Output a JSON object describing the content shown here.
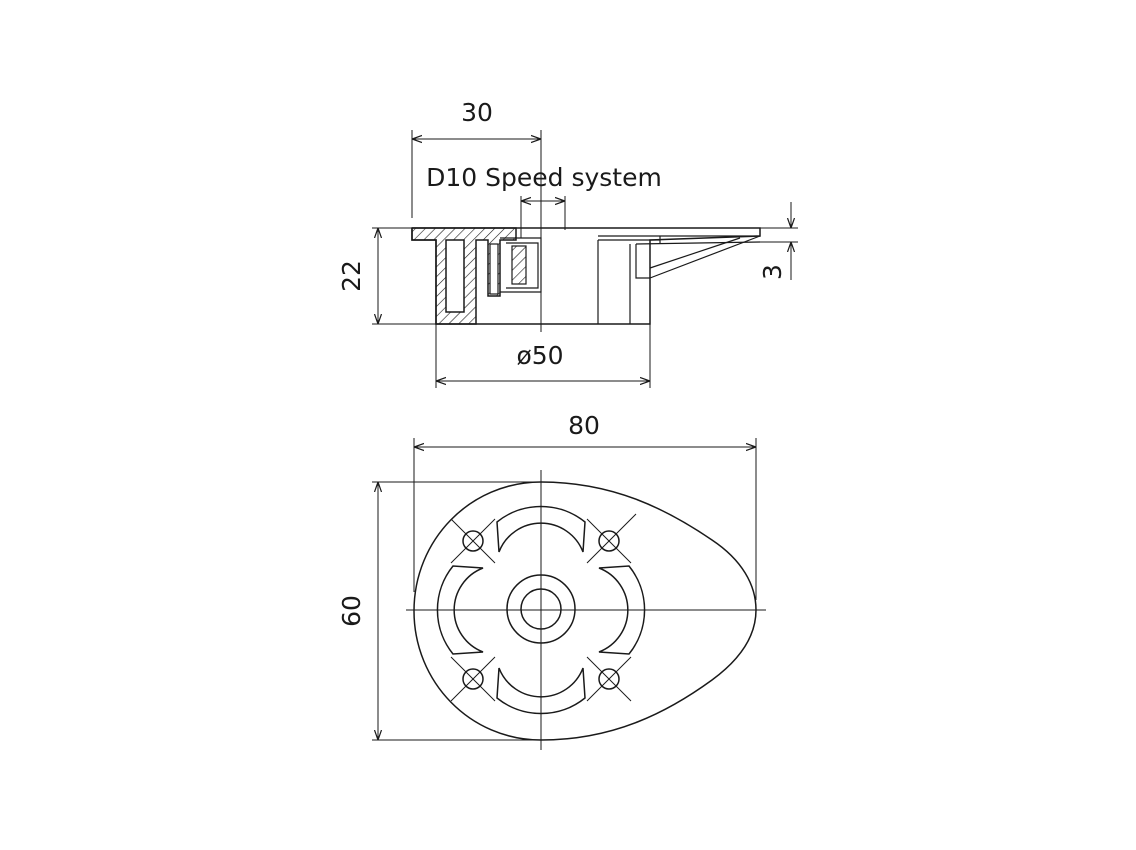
{
  "section_view": {
    "dim_width_top": "30",
    "label_system": "D10 Speed system",
    "dim_height": "22",
    "dim_thickness": "3",
    "dim_diameter": "ø50"
  },
  "plan_view": {
    "dim_width": "80",
    "dim_height": "60"
  }
}
